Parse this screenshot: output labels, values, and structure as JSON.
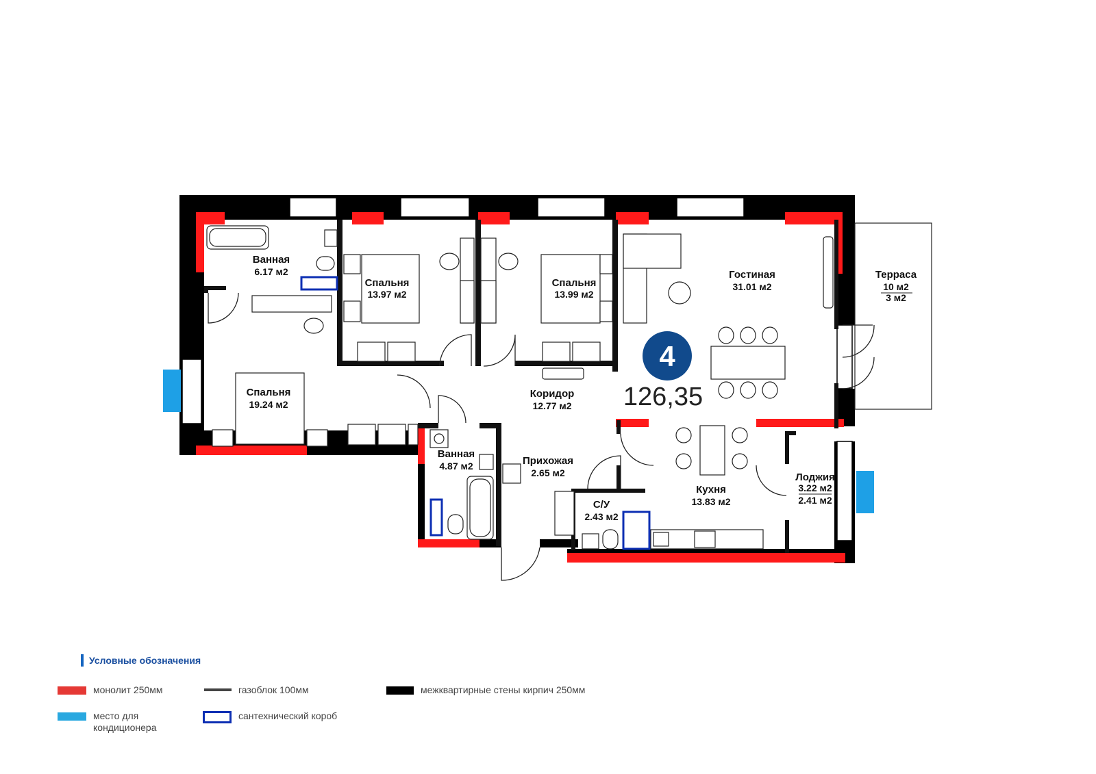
{
  "plan": {
    "rooms_count": "4",
    "total_area": "126,35",
    "rooms": [
      {
        "id": "bath1",
        "name": "Ванная",
        "area": "6.17 м2"
      },
      {
        "id": "bed1",
        "name": "Спальня",
        "area": "13.97 м2"
      },
      {
        "id": "bed2",
        "name": "Спальня",
        "area": "13.99 м2"
      },
      {
        "id": "living",
        "name": "Гостиная",
        "area": "31.01 м2"
      },
      {
        "id": "terrace",
        "name": "Терраса",
        "area": "10 м2",
        "area2": "3 м2"
      },
      {
        "id": "bed3",
        "name": "Спальня",
        "area": "19.24 м2"
      },
      {
        "id": "corridor",
        "name": "Коридор",
        "area": "12.77 м2"
      },
      {
        "id": "bath2",
        "name": "Ванная",
        "area": "4.87 м2"
      },
      {
        "id": "hall",
        "name": "Прихожая",
        "area": "2.65 м2"
      },
      {
        "id": "wc",
        "name": "С/У",
        "area": "2.43 м2"
      },
      {
        "id": "kitchen",
        "name": "Кухня",
        "area": "13.83 м2"
      },
      {
        "id": "loggia",
        "name": "Лоджия",
        "area": "3.22 м2",
        "area2": "2.41 м2"
      }
    ]
  },
  "legend": {
    "title": "Условные обозначения",
    "items": [
      {
        "label": "монолит 250мм",
        "color": "#e53935"
      },
      {
        "label": "газоблок 100мм",
        "color": "#444444"
      },
      {
        "label": "межквартирные стены кирпич 250мм",
        "color": "#000000"
      },
      {
        "label": "место для кондиционера",
        "color": "#29a8e0"
      },
      {
        "label": "сантехнический короб",
        "color": "#0d2fb3"
      }
    ]
  },
  "colors": {
    "monolith": "#ff1a1a",
    "brick": "#000000",
    "partition": "#111111",
    "ac": "#1ea0e6",
    "plumbing": "#0d2fb3",
    "badge": "#114a8c"
  }
}
